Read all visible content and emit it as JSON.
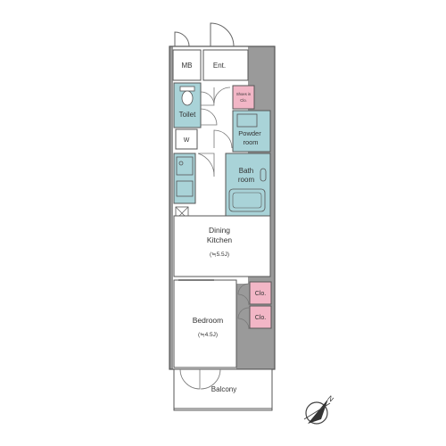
{
  "colors": {
    "wet_area": "#a9d3d8",
    "storage": "#f2b6c6",
    "wall": "#9a9a9a",
    "line": "#555555",
    "floor": "#ffffff"
  },
  "rooms": {
    "mb": "MB",
    "entrance": "Ent.",
    "shoes_in_closet": [
      "Shoes in",
      "Clo."
    ],
    "toilet": "Toilet",
    "powder_room": [
      "Powder",
      "room"
    ],
    "washer": "W",
    "bath_room": [
      "Bath",
      "room"
    ],
    "dining_kitchen": [
      "Dining",
      "Kitchen"
    ],
    "dining_kitchen_area": "(≒5.5J)",
    "closet_1": "Clo.",
    "closet_2": "Clo.",
    "bedroom": "Bedroom",
    "bedroom_area": "(≒4.5J)",
    "balcony": "Balcony"
  },
  "compass": {
    "label": "N",
    "icon": "north-compass-icon"
  }
}
